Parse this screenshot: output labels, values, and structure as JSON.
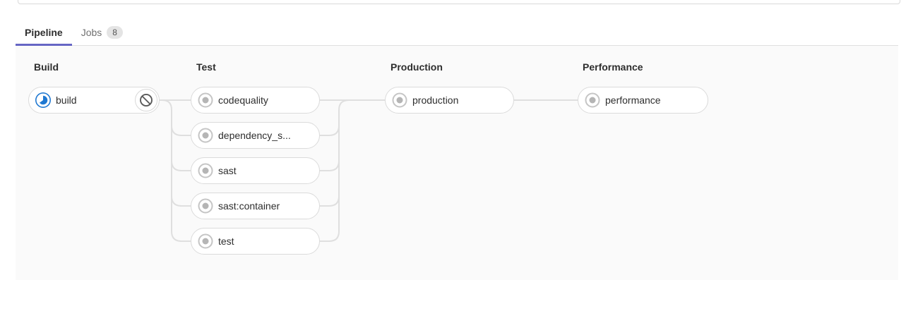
{
  "tabs": [
    {
      "label": "Pipeline",
      "active": true
    },
    {
      "label": "Jobs",
      "badge": "8",
      "active": false
    }
  ],
  "pipeline": {
    "stages": [
      {
        "name": "Build",
        "jobs": [
          {
            "name": "build",
            "status": "running",
            "status_icon": "status-running-icon",
            "action_icon": "cancel-icon"
          }
        ]
      },
      {
        "name": "Test",
        "jobs": [
          {
            "name": "codequality",
            "status": "created",
            "status_icon": "status-created-icon"
          },
          {
            "name": "dependency_s...",
            "status": "created",
            "status_icon": "status-created-icon"
          },
          {
            "name": "sast",
            "status": "created",
            "status_icon": "status-created-icon"
          },
          {
            "name": "sast:container",
            "status": "created",
            "status_icon": "status-created-icon"
          },
          {
            "name": "test",
            "status": "created",
            "status_icon": "status-created-icon"
          }
        ]
      },
      {
        "name": "Production",
        "jobs": [
          {
            "name": "production",
            "status": "created",
            "status_icon": "status-created-icon"
          }
        ]
      },
      {
        "name": "Performance",
        "jobs": [
          {
            "name": "performance",
            "status": "created",
            "status_icon": "status-created-icon"
          }
        ]
      }
    ]
  },
  "colors": {
    "active_tab_underline": "#6666c4",
    "running_blue": "#1f78d1",
    "created_gray": "#b5b5b5",
    "created_ring_gray": "#c5c5c5",
    "connector_gray": "#dfdfdf",
    "panel_background": "#fafafa",
    "chip_border": "#dbdbdb",
    "text_dark": "#2e2e2e"
  }
}
